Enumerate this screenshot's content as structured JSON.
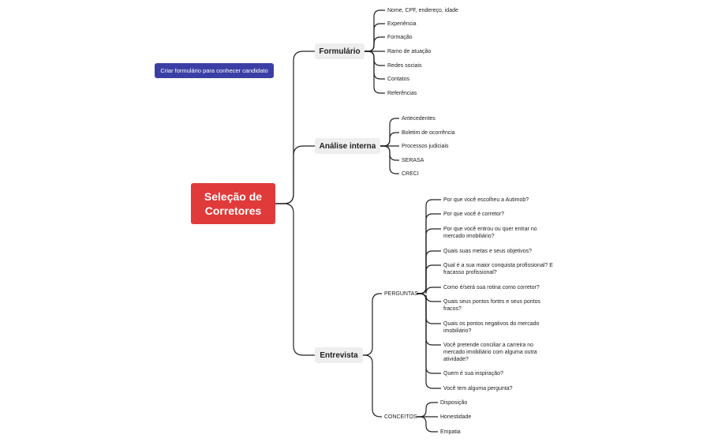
{
  "root": {
    "label": "Seleção de\nCorretores"
  },
  "note": {
    "label": "Criar formulário para conhecer candidato"
  },
  "branches": {
    "formulario": {
      "label": "Formulário",
      "items": [
        "Nome, CPF, endereço, idade",
        "Experiência",
        "Formação",
        "Ramo de atuação",
        "Redes sociais",
        "Contatos",
        "Referências"
      ]
    },
    "analise": {
      "label": "Análise interna",
      "items": [
        "Antecedentes",
        "Boletim de ocorrência",
        "Processos judiciais",
        "SERASA",
        "CRECI"
      ]
    },
    "entrevista": {
      "label": "Entrevista",
      "perguntas": {
        "label": "PERGUNTAS",
        "items": [
          "Por que você escolheu a Autimob?",
          "Por que você é corretor?",
          "Por que você entrou ou quer entrar no\nmercado imobiliário?",
          "Quais suas metas e seus objetivos?",
          "Qual é a sua maior conquista profissional? E\nfracasso profissional?",
          "Como é/será sua rotina como corretor?",
          "Quais seus pontos fortes e seus pontos\nfracos?",
          "Quais os pontos negativos do mercado\nimobiliário?",
          "Você pretende conciliar a carreira no\nmercado imobiliário com alguma outra\natividade?",
          "Quem é sua inspiração?",
          "Você tem alguma pergunta?"
        ]
      },
      "conceitos": {
        "label": "CONCEITOS",
        "items": [
          "Disposição",
          "Honestidade",
          "Empatia"
        ]
      }
    }
  }
}
